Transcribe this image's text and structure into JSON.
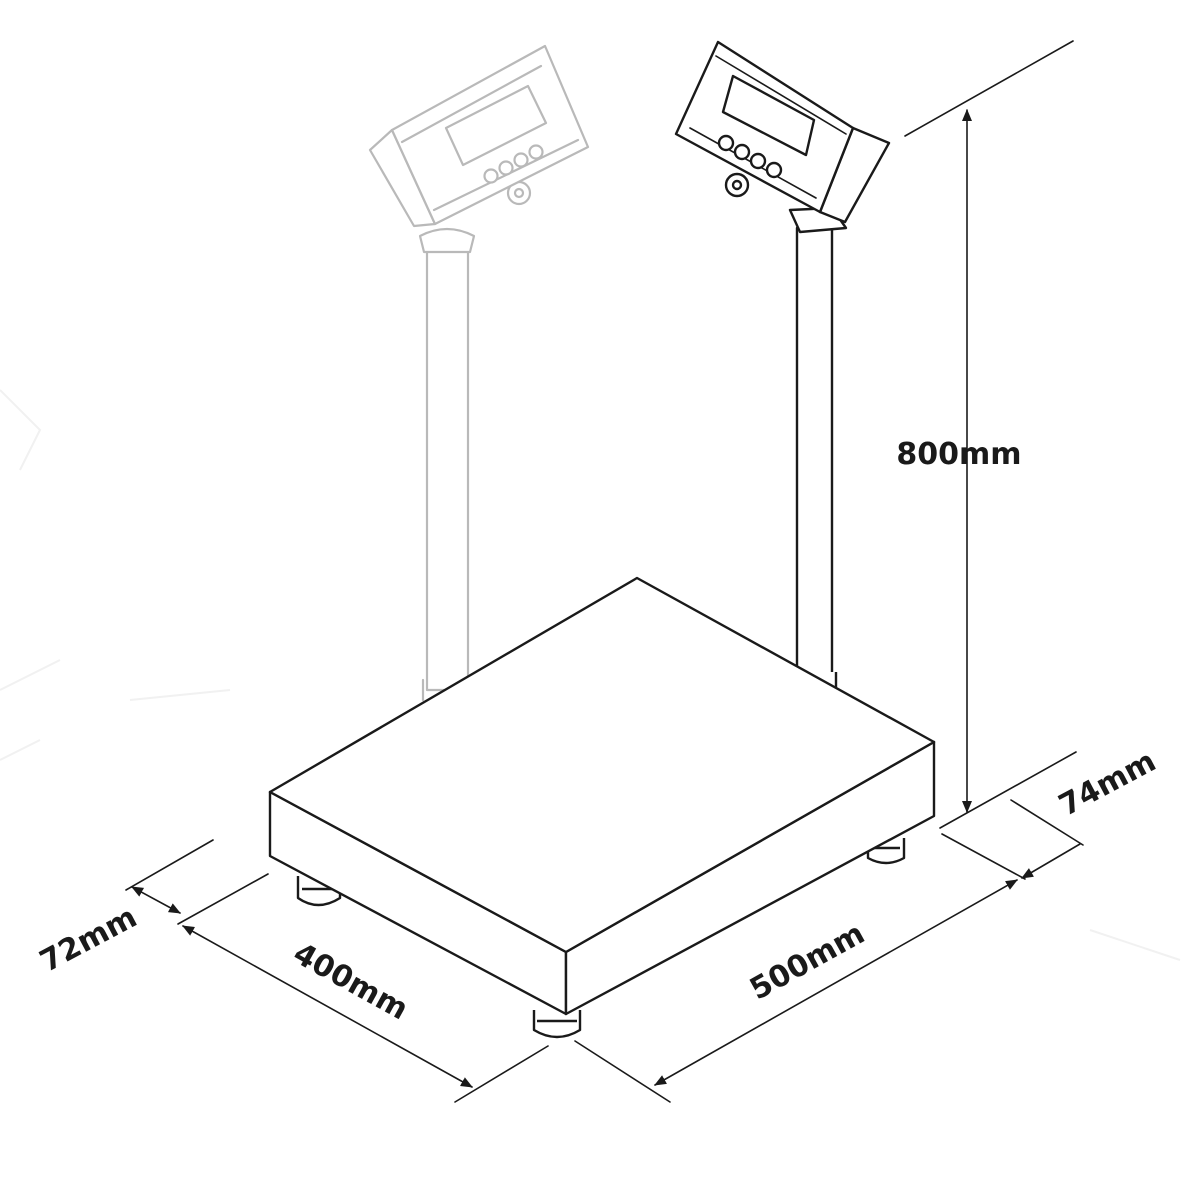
{
  "dimensions": {
    "height": "800mm",
    "platform_thickness": "74mm",
    "foot_height": "72mm",
    "platform_width": "400mm",
    "platform_depth": "500mm"
  }
}
